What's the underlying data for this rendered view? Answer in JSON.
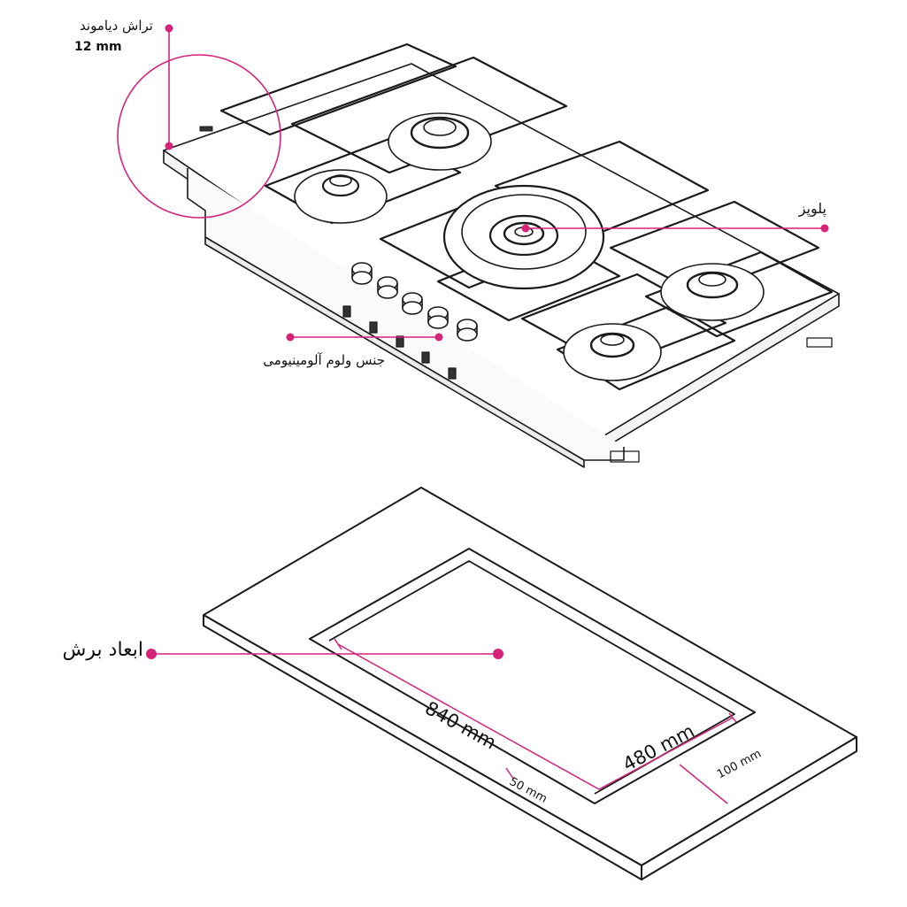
{
  "colors": {
    "accent": "#d6237a",
    "line": "#1a1a1a",
    "light": "#cfcfcf",
    "background": "#ffffff"
  },
  "hob": {
    "diamond_cut_label": "تراش دیاموند",
    "diamond_cut_size": "12 mm",
    "wok_burner_label": "پلوپز",
    "body_material_label": "جنس ولوم آلومینیومی"
  },
  "countertop": {
    "cutout_label": "ابعاد برش",
    "length_dim": "840 mm",
    "width_dim": "480 mm",
    "front_margin": "50 mm",
    "side_margin": "100 mm"
  }
}
